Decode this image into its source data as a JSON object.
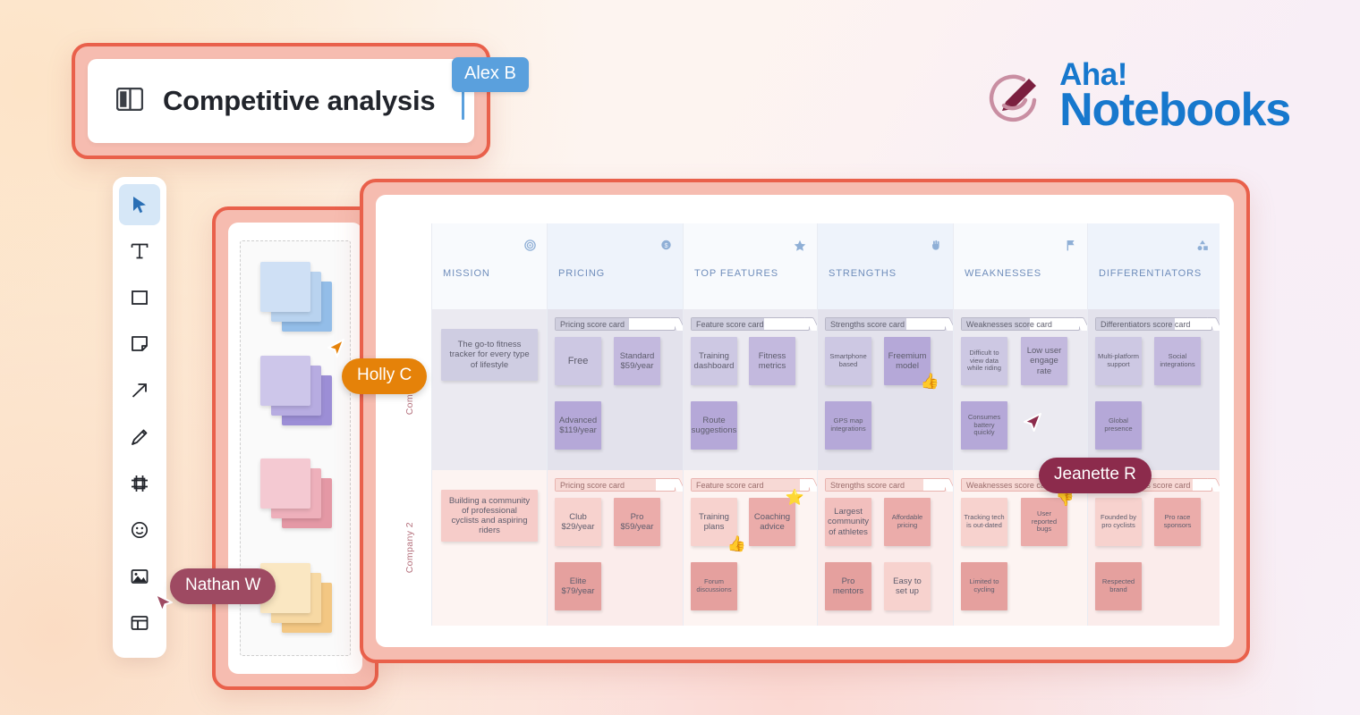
{
  "document": {
    "title": "Competitive analysis",
    "doc_icon": "document-panel-icon",
    "caret_color": "#5aa0dd"
  },
  "brand": {
    "line1": "Aha!",
    "line2": "Notebooks",
    "color": "#1778cd",
    "mark_color": "#7b1f3f",
    "mark_ring_color": "#c98ea2"
  },
  "toolbar": {
    "tools": [
      {
        "name": "select-tool",
        "icon": "cursor-arrow-icon",
        "active": true
      },
      {
        "name": "text-tool",
        "icon": "text-t-icon",
        "active": false
      },
      {
        "name": "shape-tool",
        "icon": "square-icon",
        "active": false
      },
      {
        "name": "sticky-note-tool",
        "icon": "sticky-note-icon",
        "active": false
      },
      {
        "name": "arrow-tool",
        "icon": "arrow-up-right-icon",
        "active": false
      },
      {
        "name": "pen-tool",
        "icon": "pencil-icon",
        "active": false
      },
      {
        "name": "frame-tool",
        "icon": "frame-icon",
        "active": false
      },
      {
        "name": "emoji-tool",
        "icon": "smiley-face-icon",
        "active": false
      },
      {
        "name": "image-tool",
        "icon": "image-icon",
        "active": false
      },
      {
        "name": "template-tool",
        "icon": "layout-template-icon",
        "active": false
      }
    ]
  },
  "note_palette": {
    "stacks": [
      {
        "name": "blue-note-stack",
        "colors": [
          "#cfe0f5",
          "#b9d3ef",
          "#93bde8"
        ]
      },
      {
        "name": "purple-note-stack",
        "colors": [
          "#cdc6ea",
          "#b7ace1",
          "#9c8ed6"
        ]
      },
      {
        "name": "pink-note-stack",
        "colors": [
          "#f4c9d2",
          "#eeb0bb",
          "#e498a5"
        ]
      },
      {
        "name": "yellow-note-stack",
        "colors": [
          "#fae7c2",
          "#f7d9a4",
          "#f3c783"
        ]
      }
    ]
  },
  "collaborators": [
    {
      "name": "Alex B",
      "color": "#5aa0dd"
    },
    {
      "name": "Holly C",
      "color": "#e58209"
    },
    {
      "name": "Nathan W",
      "color": "#9e4a62"
    },
    {
      "name": "Jeanette R",
      "color": "#8c2b4c"
    }
  ],
  "board": {
    "columns": [
      {
        "label": "MISSION",
        "icon": "target-icon",
        "shade": "light"
      },
      {
        "label": "PRICING",
        "icon": "price-tag-icon",
        "shade": "dark"
      },
      {
        "label": "TOP FEATURES",
        "icon": "star-icon",
        "shade": "light"
      },
      {
        "label": "STRENGTHS",
        "icon": "muscle-hand-icon",
        "shade": "dark"
      },
      {
        "label": "WEAKNESSES",
        "icon": "broken-flag-icon",
        "shade": "light"
      },
      {
        "label": "DIFFERENTIATORS",
        "icon": "shapes-icon",
        "shade": "dark"
      }
    ],
    "rows": [
      {
        "label": "Company 1",
        "mission": "The go-to fitness tracker for every type of lifestyle",
        "scorecards": {
          "pricing": "Pricing score card",
          "features": "Feature score card",
          "strengths": "Strengths score card",
          "weaknesses": "Weaknesses score card",
          "differentiators": "Differentiators score card"
        },
        "scorecard_fill": {
          "pricing": 62,
          "features": 62,
          "strengths": 68,
          "weaknesses": 58,
          "differentiators": 68
        },
        "pricing": [
          "Free",
          "Standard $59/year",
          "Advanced $119/year"
        ],
        "features": [
          "Training dashboard",
          "Fitness metrics",
          "Route suggestions"
        ],
        "strengths": [
          "Smartphone based",
          "Freemium model",
          "GPS map integrations"
        ],
        "weaknesses": [
          "Difficult to view data while riding",
          "Low user engage rate",
          "Consumes battery quickly"
        ],
        "differentiators": [
          "Multi-platform support",
          "Social integrations",
          "Global presence"
        ],
        "reactions": {
          "strengths_freemium": "👍"
        }
      },
      {
        "label": "Company 2",
        "mission": "Building a community of professional cyclists and aspiring riders",
        "scorecards": {
          "pricing": "Pricing score card",
          "features": "Feature score card",
          "strengths": "Strengths score card",
          "weaknesses": "Weaknesses score card",
          "differentiators": "Differentiators score card"
        },
        "scorecard_fill": {
          "pricing": 84,
          "features": 92,
          "strengths": 82,
          "weaknesses": 88,
          "differentiators": 84
        },
        "pricing": [
          "Club $29/year",
          "Pro $59/year",
          "Elite $79/year"
        ],
        "features": [
          "Training plans",
          "Coaching advice",
          "Forum discussions"
        ],
        "strengths": [
          "Largest community of athletes",
          "Affordable pricing",
          "Pro mentors",
          "Easy to set up"
        ],
        "weaknesses": [
          "Tracking tech is out-dated",
          "User reported bugs",
          "Limited to cycling"
        ],
        "differentiators": [
          "Founded by pro cyclists",
          "Pro race sponsors",
          "Respected brand"
        ],
        "reactions": {
          "features_training": "👍",
          "features_coaching": "⭐",
          "weaknesses_bugs": "👎"
        }
      }
    ]
  }
}
